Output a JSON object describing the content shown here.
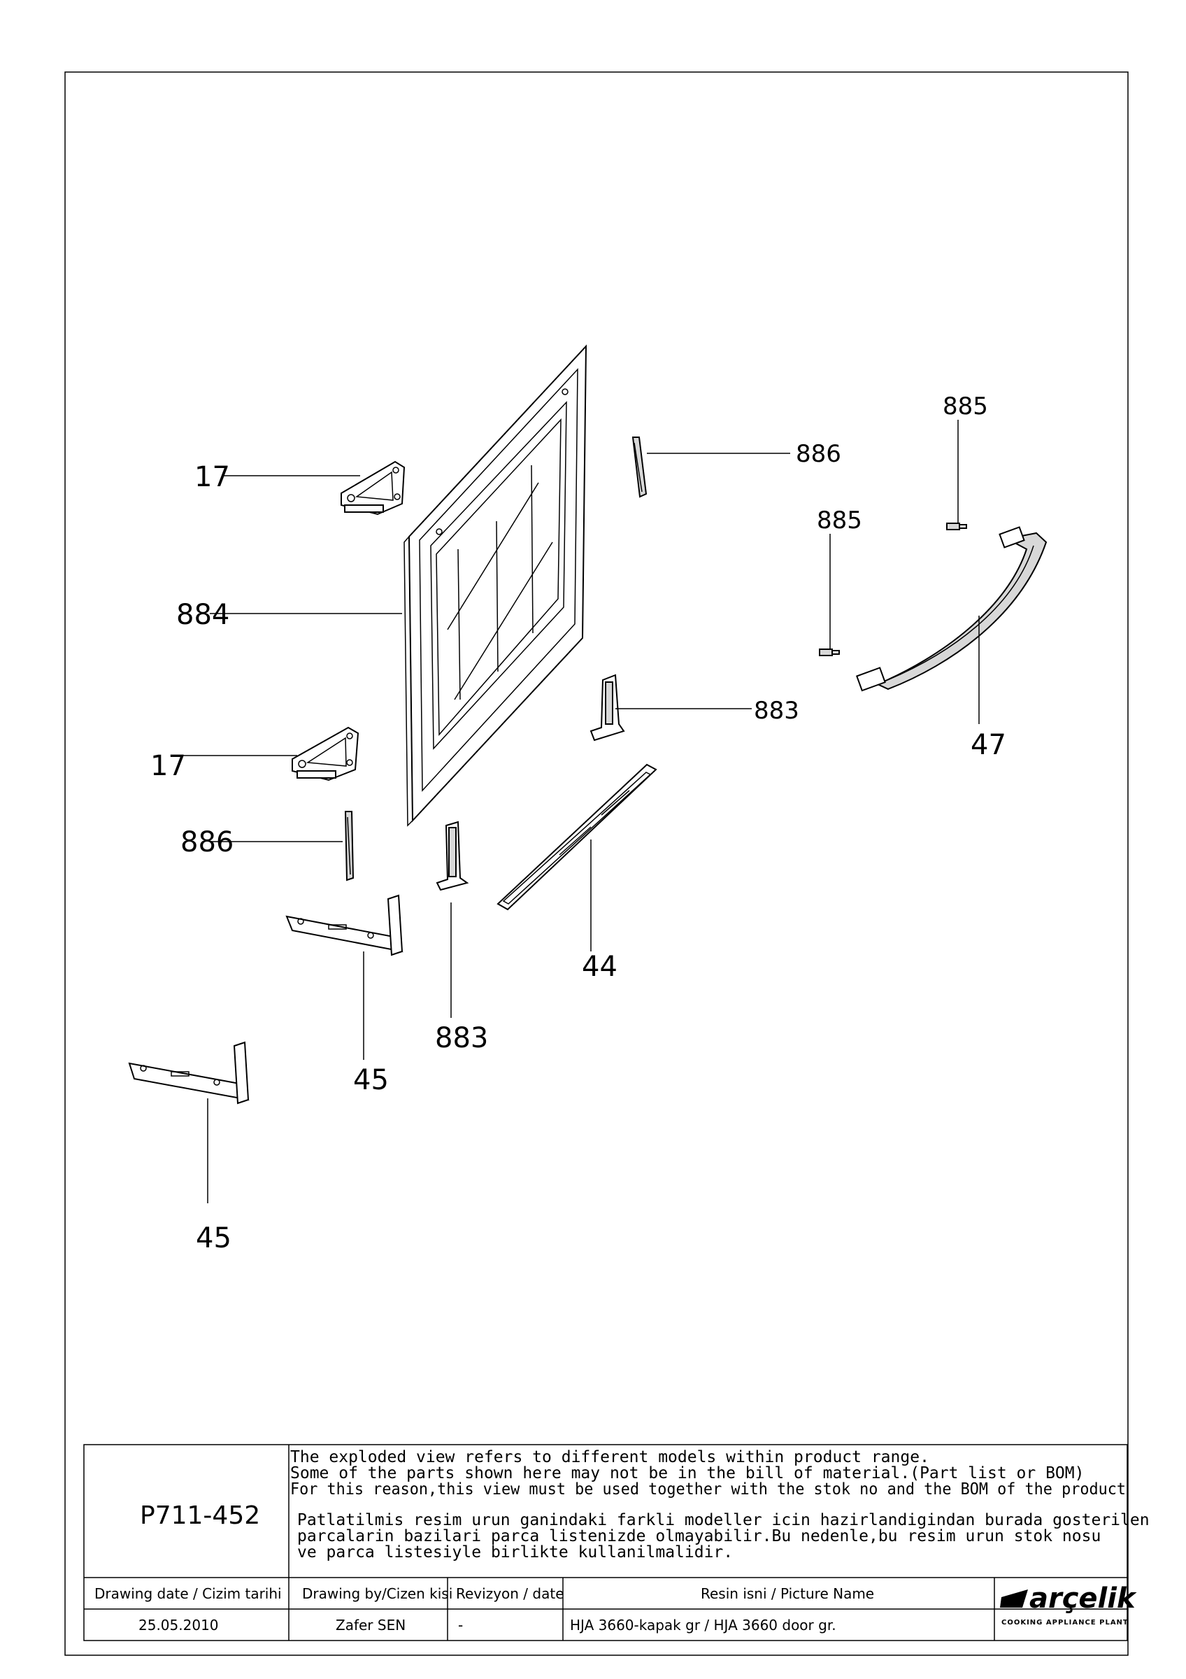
{
  "drawing": {
    "labels": [
      {
        "id": "lbl-17-top",
        "text": "17"
      },
      {
        "id": "lbl-884",
        "text": "884"
      },
      {
        "id": "lbl-17-bottom",
        "text": "17"
      },
      {
        "id": "lbl-886-left",
        "text": "886"
      },
      {
        "id": "lbl-886-right",
        "text": "886"
      },
      {
        "id": "lbl-885-top",
        "text": "885"
      },
      {
        "id": "lbl-885-mid",
        "text": "885"
      },
      {
        "id": "lbl-883-right",
        "text": "883"
      },
      {
        "id": "lbl-47",
        "text": "47"
      },
      {
        "id": "lbl-44",
        "text": "44"
      },
      {
        "id": "lbl-883-bottom",
        "text": "883"
      },
      {
        "id": "lbl-45-mid",
        "text": "45"
      },
      {
        "id": "lbl-45-bottom",
        "text": "45"
      }
    ]
  },
  "title_block": {
    "drawing_code": "P711-452",
    "note_en": [
      "The exploded view refers to different models within product range.",
      "Some of the parts shown here may not be in the bill of material.(Part list or BOM)",
      "For this reason,this view must be used together with the stok no and the BOM of the product"
    ],
    "note_tr": [
      "Patlatilmis resim urun ganindaki farkli modeller icin hazirlandigindan burada gosterilen",
      "parcalarin bazilari parca listenizde olmayabilir.Bu nedenle,bu resim urun stok nosu",
      "ve parca listesiyle birlikte kullanilmalidir."
    ],
    "headers": {
      "date": "Drawing date / Cizim tarihi",
      "by": "Drawing by/Cizen kisi",
      "revision": "Revizyon / date",
      "picture": "Resin isni / Picture Name"
    },
    "values": {
      "date": "25.05.2010",
      "by": "Zafer SEN",
      "revision": "-",
      "picture": "HJA 3660-kapak gr / HJA 3660 door gr."
    },
    "brand": {
      "name": "arçelik",
      "subtitle": "COOKING APPLIANCE PLANT"
    }
  }
}
